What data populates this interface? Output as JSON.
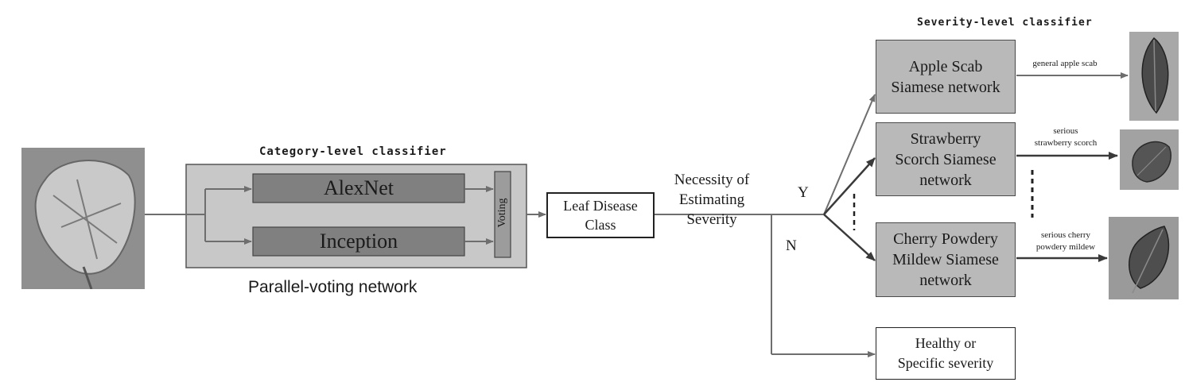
{
  "category_classifier": {
    "title": "Category-level classifier",
    "model_1": "AlexNet",
    "model_2": "Inception",
    "voting": "Voting",
    "caption": "Parallel-voting network"
  },
  "leaf_disease_class": {
    "line1": "Leaf Disease",
    "line2": "Class"
  },
  "necessity": {
    "line1": "Necessity of",
    "line2": "Estimating",
    "line3": "Severity"
  },
  "branch_yes": "Y",
  "branch_no": "N",
  "severity_classifier": {
    "title": "Severity-level classifier",
    "networks": [
      {
        "line1": "Apple Scab",
        "line2": "Siamese network",
        "line3": "",
        "output": [
          "general apple scab"
        ]
      },
      {
        "line1": "Strawberry",
        "line2": "Scorch Siamese",
        "line3": "network",
        "output": [
          "serious",
          "strawberry scorch"
        ]
      },
      {
        "line1": "Cherry Powdery",
        "line2": "Mildew Siamese",
        "line3": "network",
        "output": [
          "serious cherry",
          "powdery mildew"
        ]
      }
    ]
  },
  "healthy_box": {
    "line1": "Healthy or",
    "line2": "Specific severity"
  },
  "colors": {
    "panel": "#c8c8c8",
    "model_bar": "#808080",
    "siamese_box": "#b9b9b9",
    "arrow": "#6e6e6e"
  }
}
